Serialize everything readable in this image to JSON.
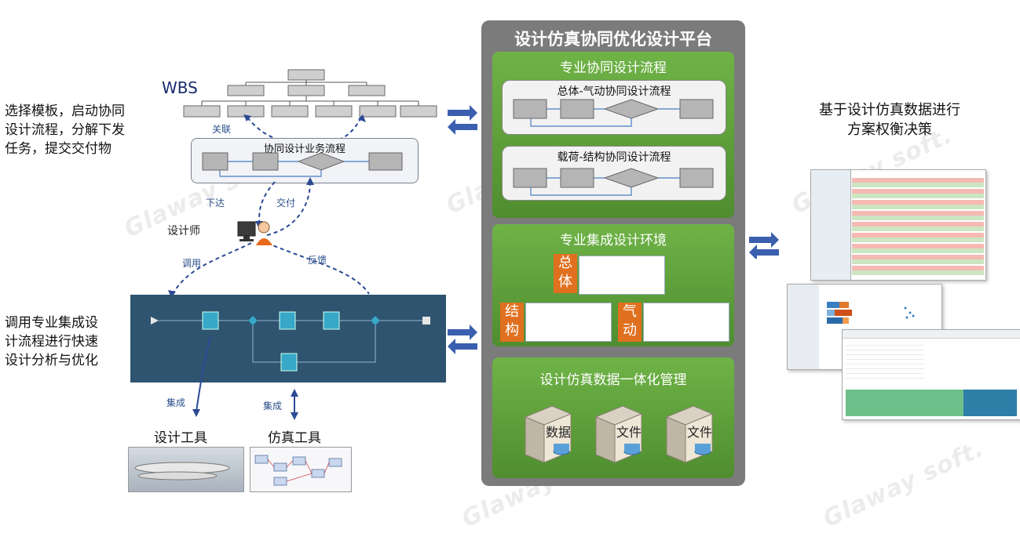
{
  "left": {
    "text1": "选择模板，启动协同设计流程，分解下发任务，提交交付物",
    "text1_lines": [
      "选择模板，启动协同",
      "设计流程，分解下发",
      "任务，提交交付物"
    ],
    "text2_lines": [
      "调用专业集成设",
      "计流程进行快速",
      "设计分析与优化"
    ],
    "wbs": "WBS",
    "relation": "关联",
    "business_flow": "协同设计业务流程",
    "issue": "下达",
    "deliver": "交付",
    "designer": "设计师",
    "call": "调用",
    "feedback": "反馈",
    "integrate1": "集成",
    "integrate2": "集成",
    "design_tool": "设计工具",
    "sim_tool": "仿真工具"
  },
  "platform": {
    "title": "设计仿真协同优化设计平台",
    "panel1_title": "专业协同设计流程",
    "flow1": "总体-气动协同设计流程",
    "flow2": "载荷-结构协同设计流程",
    "panel2_title": "专业集成设计环境",
    "env1": "总体",
    "env1_chars": [
      "总",
      "体"
    ],
    "env2_chars": [
      "结",
      "构"
    ],
    "env3_chars": [
      "气",
      "动"
    ],
    "panel3_title": "设计仿真数据一体化管理",
    "server1": "数据",
    "server2": "文件",
    "server3": "文件"
  },
  "right": {
    "text_lines": [
      "基于设计仿真数据进行",
      "方案权衡决策"
    ]
  },
  "colors": {
    "panel_green": "#5d9e3a",
    "platform_gray": "#7b7b7b",
    "orange": "#e0701f",
    "arrow_blue": "#3a5fae",
    "workflow_dark": "#2e5470"
  }
}
